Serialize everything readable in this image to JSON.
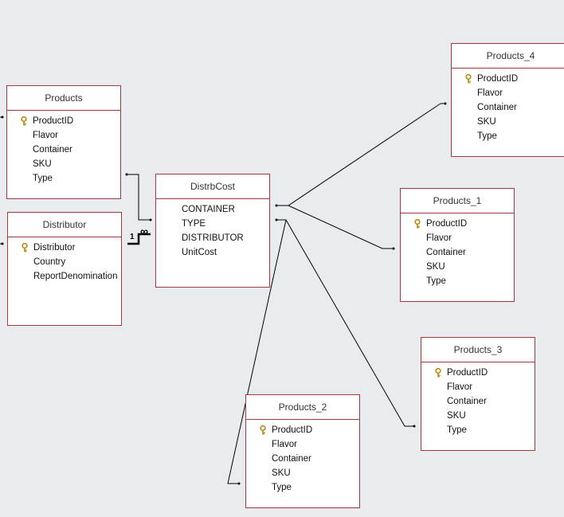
{
  "tables": [
    {
      "id": "products",
      "title": "Products",
      "fields": [
        {
          "name": "ProductID",
          "pk": true
        },
        {
          "name": "Flavor"
        },
        {
          "name": "Container"
        },
        {
          "name": "SKU"
        },
        {
          "name": "Type"
        }
      ]
    },
    {
      "id": "distributor",
      "title": "Distributor",
      "fields": [
        {
          "name": "Distributor",
          "pk": true
        },
        {
          "name": "Country"
        },
        {
          "name": "ReportDenomination"
        }
      ]
    },
    {
      "id": "distrbcost",
      "title": "DistrbCost",
      "fields": [
        {
          "name": "CONTAINER"
        },
        {
          "name": "TYPE"
        },
        {
          "name": "DISTRIBUTOR"
        },
        {
          "name": "UnitCost"
        }
      ]
    },
    {
      "id": "products_4",
      "title": "Products_4",
      "fields": [
        {
          "name": "ProductID",
          "pk": true
        },
        {
          "name": "Flavor"
        },
        {
          "name": "Container"
        },
        {
          "name": "SKU"
        },
        {
          "name": "Type"
        }
      ]
    },
    {
      "id": "products_1",
      "title": "Products_1",
      "fields": [
        {
          "name": "ProductID",
          "pk": true
        },
        {
          "name": "Flavor"
        },
        {
          "name": "Container"
        },
        {
          "name": "SKU"
        },
        {
          "name": "Type"
        }
      ]
    },
    {
      "id": "products_3",
      "title": "Products_3",
      "fields": [
        {
          "name": "ProductID",
          "pk": true
        },
        {
          "name": "Flavor"
        },
        {
          "name": "Container"
        },
        {
          "name": "SKU"
        },
        {
          "name": "Type"
        }
      ]
    },
    {
      "id": "products_2",
      "title": "Products_2",
      "fields": [
        {
          "name": "ProductID",
          "pk": true
        },
        {
          "name": "Flavor"
        },
        {
          "name": "Container"
        },
        {
          "name": "SKU"
        },
        {
          "name": "Type"
        }
      ]
    }
  ],
  "relationship": {
    "one_label": "1",
    "many_label": "∞"
  },
  "colors": {
    "table_border": "#a4373a",
    "canvas": "#e9ecef",
    "key_icon": "#c9a227"
  }
}
